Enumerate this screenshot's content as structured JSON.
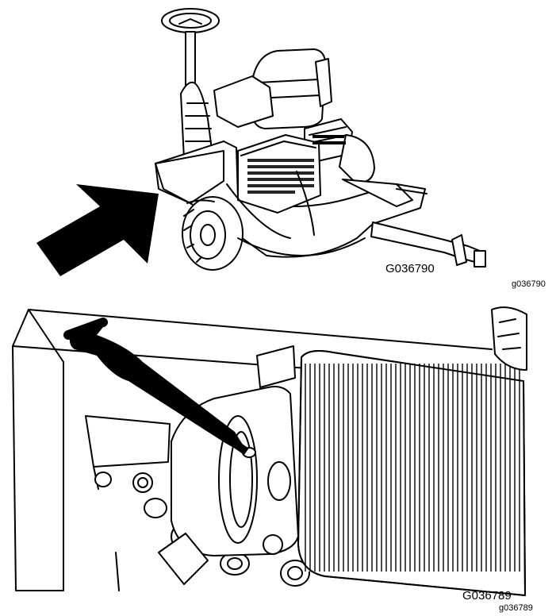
{
  "figures": [
    {
      "label": "G036790",
      "code": "g036790"
    },
    {
      "label": "G036789",
      "code": "g036789"
    }
  ],
  "colors": {
    "line": "#000000",
    "fill": "#ffffff",
    "arrow": "#000000"
  }
}
